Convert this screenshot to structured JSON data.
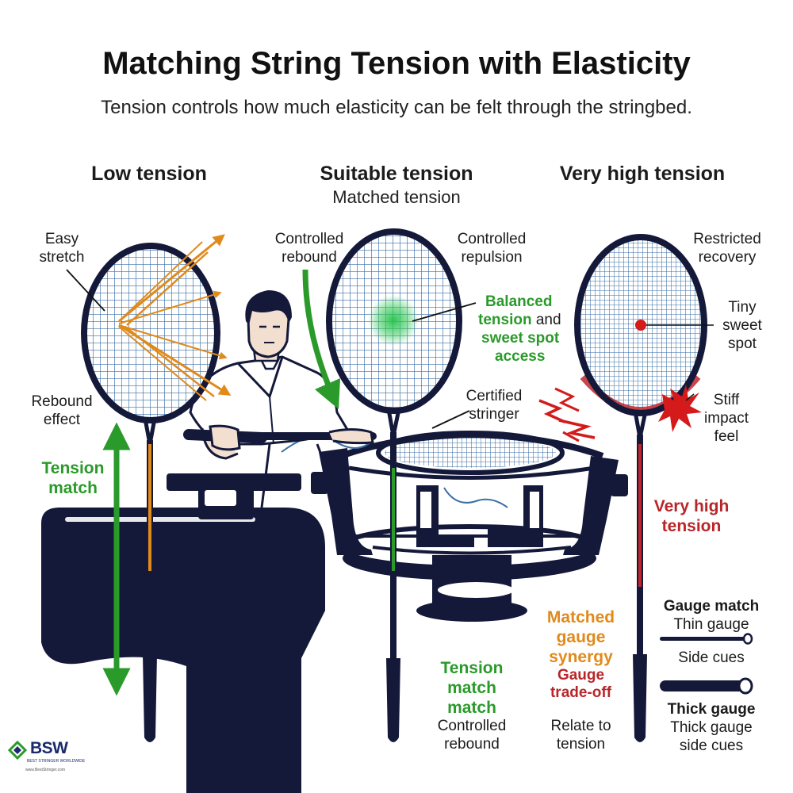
{
  "title": "Matching String Tension with Elasticity",
  "subtitle": "Tension controls how much elasticity can be felt through the stringbed.",
  "columns": {
    "low": {
      "heading": "Low tension"
    },
    "suitable": {
      "heading": "Suitable tension",
      "subheading": "Matched tension"
    },
    "high": {
      "heading": "Very high tension"
    }
  },
  "labels": {
    "easy_stretch": "Easy\nstretch",
    "rebound_effect": "Rebound\neffect",
    "tension_match_left": "Tension\nmatch",
    "controlled_rebound_top": "Controlled\nrebound",
    "controlled_repulsion": "Controlled\nrepulsion",
    "balanced_1": "Balanced",
    "balanced_2": "tension",
    "balanced_2b": " and",
    "balanced_3": "sweet spot",
    "balanced_4": "access",
    "certified_stringer": "Certified\nstringer",
    "restricted_recovery": "Restricted\nrecovery",
    "tiny_sweet_spot": "Tiny\nsweet\nspot",
    "stiff_impact": "Stiff\nimpact\nfeel",
    "very_high_tension": "Very high\ntension",
    "tension_match_bottom": "Tension\nmatch\nmatch",
    "controlled_rebound_bottom": "Controlled\nrebound",
    "matched_gauge": "Matched\ngauge\nsynergy",
    "gauge_tradeoff": "Gauge\ntrade-off",
    "relate_to_tension": "Relate to\ntension",
    "gauge_match": "Gauge match",
    "thin_gauge": "Thin gauge",
    "side_cues": "Side cues",
    "thick_gauge": "Thick gauge",
    "thick_gauge_side": "Thick gauge\nside cues"
  },
  "logo": {
    "name": "BSW",
    "tagline": "BEST STRINGER WORLDWIDE",
    "url": "www.BestStringer.com"
  },
  "colors": {
    "navy": "#14193a",
    "green": "#2a9a2a",
    "red": "#c0262a",
    "orange": "#e08a1c",
    "string_blue": "#3a6ea5"
  }
}
